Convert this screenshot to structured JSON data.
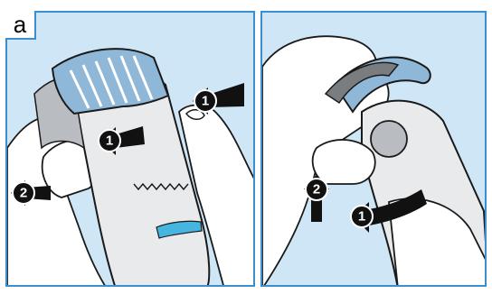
{
  "figure": {
    "panel_label": "a",
    "colors": {
      "background": "#cfe6f7",
      "border": "#3a8fd0",
      "comb": "#8fb8d8",
      "accent": "#46b5e0",
      "device_grey": "#b9bcc0",
      "arrow": "#111111",
      "line": "#1a1a1a"
    },
    "left_panel": {
      "step_markers": [
        {
          "number": "1",
          "icon": "arrow-left-icon"
        },
        {
          "number": "1",
          "icon": "arrow-left-icon"
        },
        {
          "number": "2",
          "icon": "arrow-left-icon"
        }
      ]
    },
    "right_panel": {
      "step_markers": [
        {
          "number": "2",
          "icon": "arrow-up-icon"
        },
        {
          "number": "1",
          "icon": "curved-arrow-left-icon"
        }
      ]
    }
  }
}
